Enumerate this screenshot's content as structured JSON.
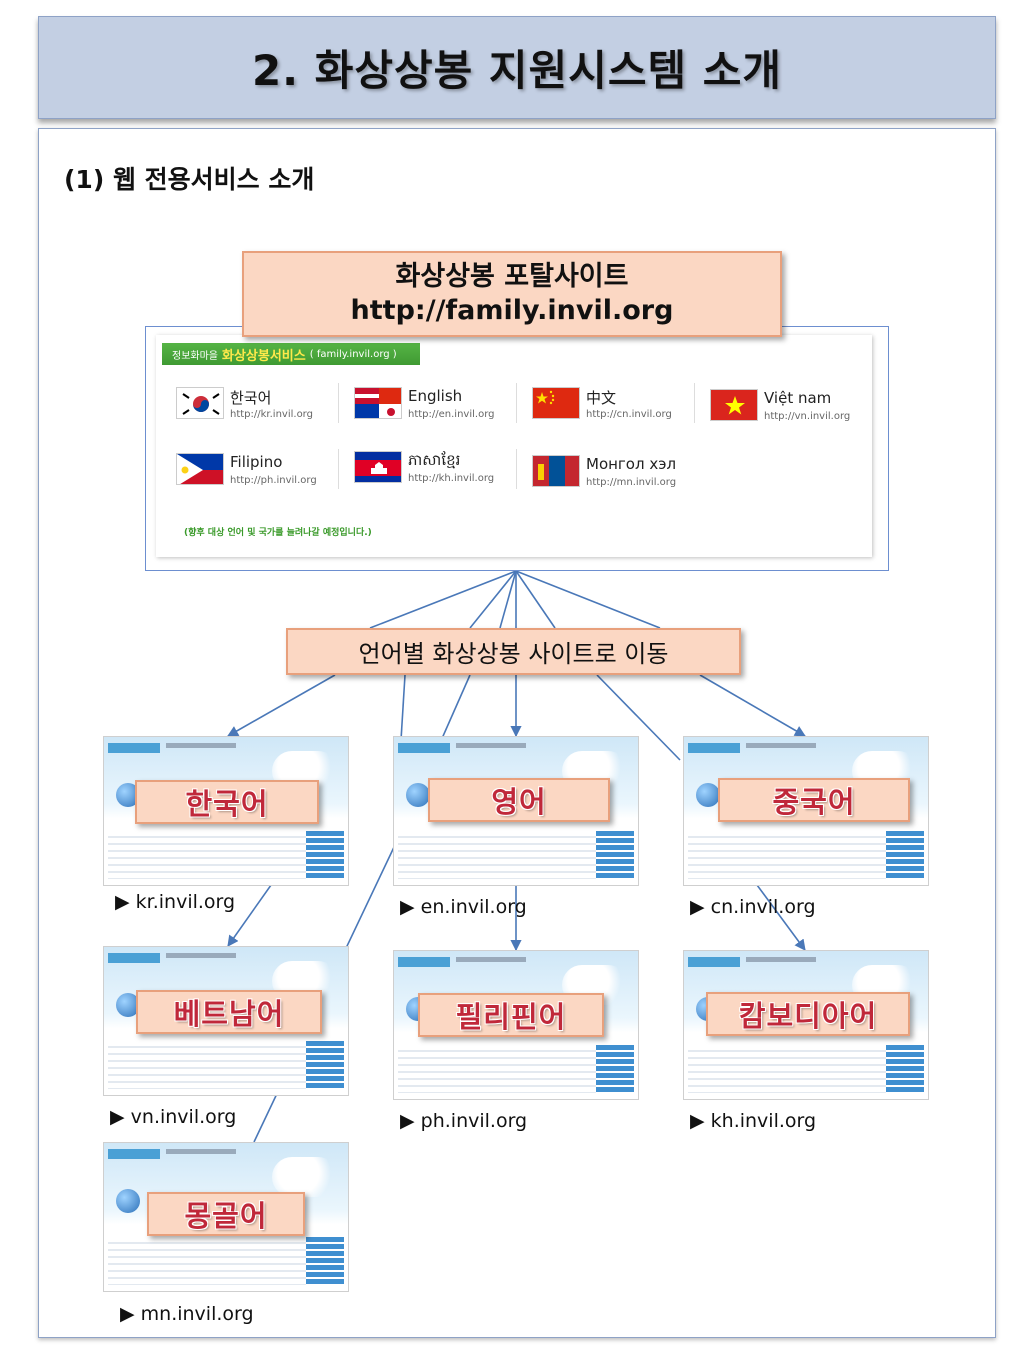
{
  "header": {
    "title": "2. 화상상봉 지원시스템 소개"
  },
  "section": {
    "heading": "(1) 웹 전용서비스 소개"
  },
  "portal": {
    "callout_line1": "화상상봉 포탈사이트",
    "callout_line2": "http://family.invil.org",
    "tab_prefix": "정보화마을",
    "tab_title": "화상상봉서비스",
    "tab_domain": "( family.invil.org )",
    "languages": [
      {
        "name": "한국어",
        "url": "http://kr.invil.org"
      },
      {
        "name": "English",
        "url": "http://en.invil.org"
      },
      {
        "name": "中文",
        "url": "http://cn.invil.org"
      },
      {
        "name": "Việt nam",
        "url": "http://vn.invil.org"
      },
      {
        "name": "Filipino",
        "url": "http://ph.invil.org"
      },
      {
        "name": "ភាសាខ្មែរ",
        "url": "http://kh.invil.org"
      },
      {
        "name": "Монгол хэл",
        "url": "http://mn.invil.org"
      }
    ],
    "note": "(향후 대상 언어 및 국가를 늘려나갈 예정입니다.)"
  },
  "move_callout": "언어별 화상상봉 사이트로 이동",
  "sites": [
    {
      "label": "한국어",
      "url": "▶ kr.invil.org"
    },
    {
      "label": "영어",
      "url": "▶ en.invil.org"
    },
    {
      "label": "중국어",
      "url": "▶ cn.invil.org"
    },
    {
      "label": "베트남어",
      "url": "▶ vn.invil.org"
    },
    {
      "label": "필리핀어",
      "url": "▶ ph.invil.org"
    },
    {
      "label": "캄보디아어",
      "url": "▶ kh.invil.org"
    },
    {
      "label": "몽골어",
      "url": "▶ mn.invil.org"
    }
  ],
  "colors": {
    "title_bg": "#c3cfe3",
    "callout_bg": "#fbd7c3",
    "callout_border": "#e8a07c",
    "connector": "#4a78b8",
    "label_text": "#c0283a",
    "tab_green": "#4aa83d"
  }
}
